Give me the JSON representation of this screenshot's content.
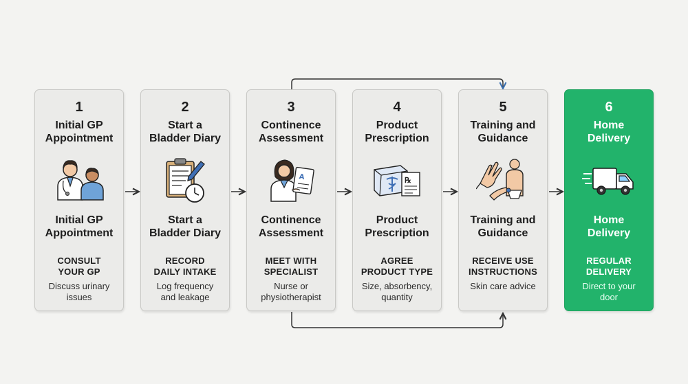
{
  "steps": [
    {
      "number": "1",
      "title": "Initial GP\nAppointment",
      "action": "CONSULT\nYOUR GP",
      "description": "Discuss urinary\nissues",
      "icon": "doctor-patient-icon"
    },
    {
      "number": "2",
      "title": "Start a\nBladder Diary",
      "action": "RECORD\nDAILY INTAKE",
      "description": "Log frequency\nand leakage",
      "icon": "clipboard-clock-icon"
    },
    {
      "number": "3",
      "title": "Continence\nAssessment",
      "action": "MEET WITH\nSPECIALIST",
      "description": "Nurse or\nphysiotherapist",
      "icon": "nurse-clipboard-icon"
    },
    {
      "number": "4",
      "title": "Product\nPrescription",
      "action": "AGREE\nPRODUCT TYPE",
      "description": "Size, absorbency,\nquantity",
      "icon": "prescription-icon"
    },
    {
      "number": "5",
      "title": "Training and\nGuidance",
      "action": "RECEIVE USE\nINSTRUCTIONS",
      "description": "Skin care advice",
      "icon": "training-icon"
    },
    {
      "number": "6",
      "title": "Home\nDelivery",
      "action": "REGULAR\nDELIVERY",
      "description": "Direct to your\ndoor",
      "icon": "delivery-van-icon"
    }
  ],
  "colors": {
    "background": "#f3f3f1",
    "card": "#ebebe9",
    "card_border": "#c9c9c6",
    "highlight": "#22b36b",
    "arrow": "#333333",
    "loop_arrow_head": "#3a6fb0"
  }
}
